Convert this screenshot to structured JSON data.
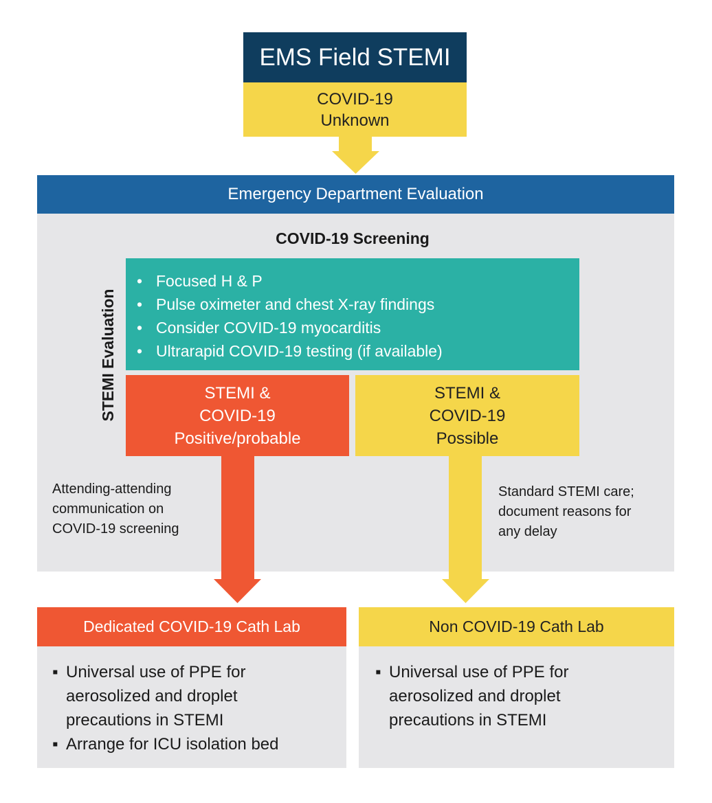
{
  "colors": {
    "navy": "#0f3d5e",
    "yellow": "#f5d64a",
    "blue": "#1e64a0",
    "gray": "#e6e6e8",
    "teal": "#2bb1a5",
    "red_orange": "#ef5733"
  },
  "ems": {
    "title": "EMS Field STEMI",
    "status_line1": "COVID-19",
    "status_line2": "Unknown"
  },
  "ed": {
    "header": "Emergency Department Evaluation",
    "screening_title": "COVID-19 Screening",
    "side_label": "STEMI Evaluation",
    "bullet_glyph": "•",
    "screening_items": [
      "Focused H & P",
      "Pulse oximeter and chest X-ray findings",
      "Consider COVID-19 myocarditis",
      "Ultrarapid COVID-19 testing (if available)"
    ],
    "positive_box": {
      "line1": "STEMI &",
      "line2": "COVID-19",
      "line3": "Positive/probable"
    },
    "possible_box": {
      "line1": "STEMI &",
      "line2": "COVID-19",
      "line3": "Possible"
    },
    "left_note": [
      "Attending-attending",
      "communication on",
      "COVID-19 screening"
    ],
    "right_note": [
      "Standard STEMI care;",
      "document reasons for",
      "any delay"
    ]
  },
  "labs": {
    "bullet_glyph": "▪",
    "covid_lab": {
      "header": "Dedicated COVID-19 Cath Lab",
      "items": [
        [
          "Universal use of PPE for",
          "aerosolized and droplet",
          "precautions in STEMI"
        ],
        [
          "Arrange for ICU isolation bed"
        ]
      ]
    },
    "noncovid_lab": {
      "header": "Non COVID-19 Cath Lab",
      "items": [
        [
          "Universal use of PPE for",
          "aerosolized and droplet",
          "precautions in STEMI"
        ]
      ]
    }
  }
}
